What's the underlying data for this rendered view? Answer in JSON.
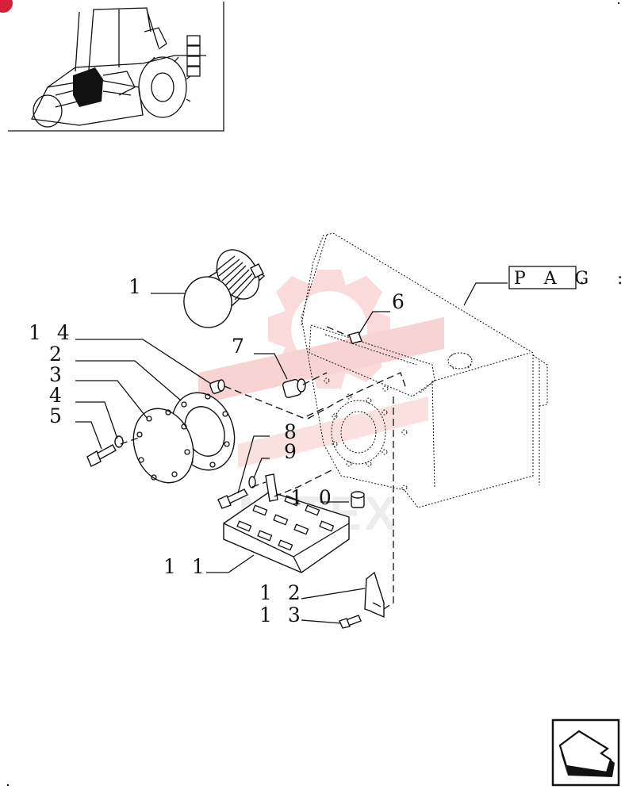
{
  "callouts": [
    {
      "id": "1",
      "text": "1"
    },
    {
      "id": "14",
      "text": "1 4"
    },
    {
      "id": "2",
      "text": "2"
    },
    {
      "id": "3",
      "text": "3"
    },
    {
      "id": "4",
      "text": "4"
    },
    {
      "id": "5",
      "text": "5"
    },
    {
      "id": "6",
      "text": "6"
    },
    {
      "id": "7",
      "text": "7"
    },
    {
      "id": "8",
      "text": "8"
    },
    {
      "id": "9",
      "text": "9"
    },
    {
      "id": "10",
      "text": "1 0"
    },
    {
      "id": "11",
      "text": "1 1"
    },
    {
      "id": "12",
      "text": "1 2"
    },
    {
      "id": "13",
      "text": "1 3"
    }
  ],
  "pag_box": {
    "text": "P A G",
    "suffix": "."
  },
  "corner_badge": {
    "color": "#d6203a"
  },
  "watermark": {
    "text": "MITEX",
    "color": "#f2a8a8"
  },
  "nav_icon": {
    "name": "next-page-arrow-icon"
  }
}
